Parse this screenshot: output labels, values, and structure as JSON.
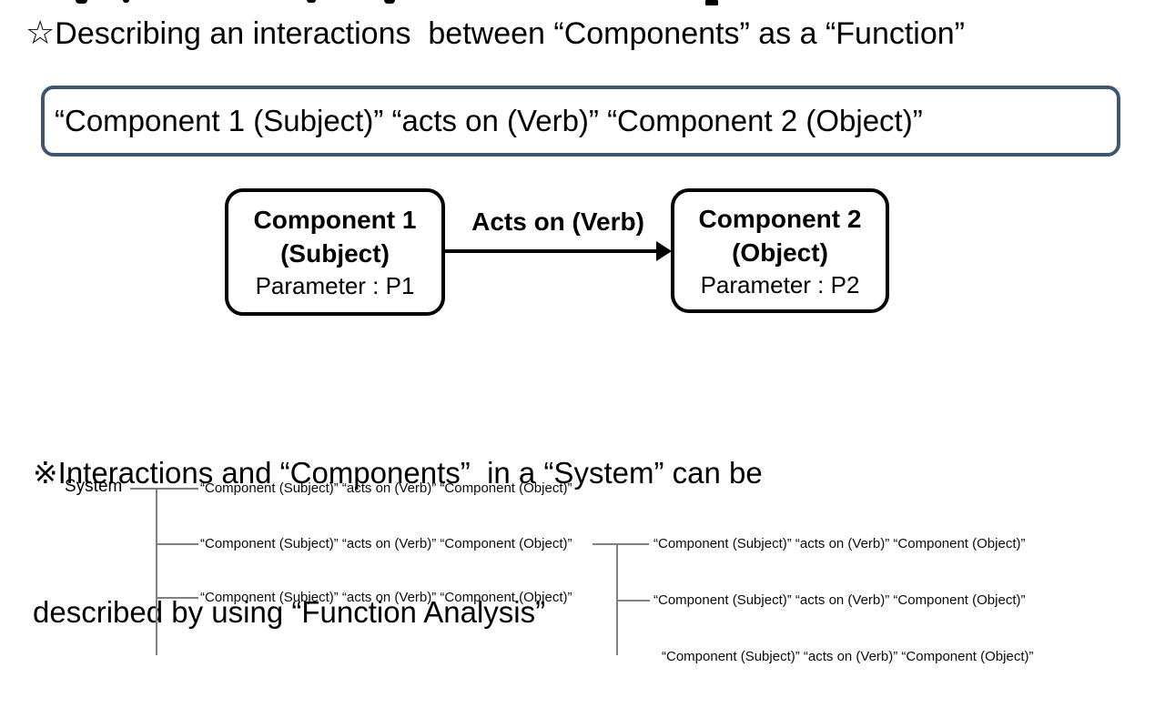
{
  "title": {
    "bullet": "☆",
    "text": "Describing an interactions  between “Components” as a “Function”"
  },
  "formula_box": {
    "text": "“Component 1 (Subject)” “acts on (Verb)” “Component 2 (Object)”"
  },
  "diagram": {
    "subject_box": {
      "title": "Component 1",
      "role": "(Subject)",
      "parameter": "Parameter : P1"
    },
    "arrow_label": "Acts on (Verb)",
    "object_box": {
      "title": "Component 2",
      "role": "(Object)",
      "parameter": "Parameter : P2"
    }
  },
  "note": {
    "bullet": "※",
    "line1": "Interactions and “Components”  in a “System” can be",
    "line2": "described by using “Function Analysis”"
  },
  "tree": {
    "root_label": "System",
    "statement": "“Component (Subject)” “acts on (Verb)” “Component (Object)”"
  },
  "colors": {
    "formula_border": "#3c5572",
    "tree_line": "#808080",
    "text": "#000000"
  }
}
